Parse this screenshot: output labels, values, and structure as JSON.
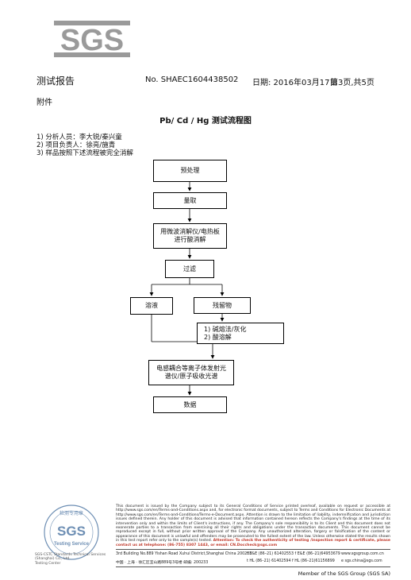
{
  "header": {
    "logo_text": "SGS",
    "title": "测试报告",
    "report_no": "No. SHAEC1604438502",
    "date": "日期: 2016年03月17日",
    "page": "第3页,共5页"
  },
  "attachment": "附件",
  "flow_title": "Pb/ Cd / Hg 测试流程图",
  "notes": [
    "1) 分析人员：李大锐/秦兴童",
    "2) 项目负责人：徐亮/施青",
    "3) 样品按照下述流程被完全消解"
  ],
  "flow": {
    "step1": "预处理",
    "step2": "量取",
    "step3_line1": "用微波消解仪/电热板",
    "step3_line2": "进行酸消解",
    "step4": "过滤",
    "step5a": "溶液",
    "step5b": "残留物",
    "step6_line1": "1) 碱熔法/灰化",
    "step6_line2": "2) 酸溶解",
    "step7_line1": "电感耦合等离子体发射光",
    "step7_line2": "谱仪/原子吸收光谱",
    "step8": "数据"
  },
  "footer": {
    "disclaimer_1": "This document is issued by the Company subject to its General Conditions of Service printed overleaf, available on request or accessible at http://www.sgs.com/en/Terms-and-Conditions.aspx and, for electronic format documents, subject to Terms and Conditions for Electronic Documents at http://www.sgs.com/en/Terms-and-Conditions/Terms-e-Document.aspx. Attention is drawn to the limitation of liability, indemnification and jurisdiction issues defined therein. Any holder of this document is advised that information contained hereon reflects the Company's findings at the time of its intervention only and within the limits of Client's instructions, if any. The Company's sole responsibility is to its Client and this document does not exonerate parties to a transaction from exercising all their rights and obligations under the transaction documents. This document cannot be reproduced except in full, without prior written approval of the Company. Any unauthorized alteration, forgery or falsification of the content or appearance of this document is unlawful and offenders may be prosecuted to the fullest extent of the law. Unless otherwise stated the results shown in this test report refer only to the sample(s) tested.",
    "disclaimer_2": "Attention: To check the authenticity of testing /inspection report & certificate, please contact us at telephone: (86-755) 8307 1443, or email: CN.Doccheck@sgs.com",
    "addr_en": "3rd Building No.889 Yishan Road Xuhui District,Shanghai China     200233",
    "addr_cn": "中国 · 上海 · 徐汇区宜山路889号3号楼     邮编: 200233",
    "tel_en": "t E&E (86–21) 61402553   f E&E (86–21)64953679",
    "tel_cn": "t HL (86–21) 61402594   f HL (86–21)61156899",
    "web": "www.sgsgroup.com.cn",
    "email": "e  sgs.china@sgs.com",
    "member": "Member of the SGS Group (SGS SA)",
    "seal_top": "SGS",
    "seal_bottom": "Testing Service",
    "seal_cn": "检测专用章",
    "seal_caption_1": "SGS-CSTC Standards Technical Services (Shanghai) Co., Ltd.",
    "seal_caption_2": "Testing Center"
  },
  "colors": {
    "logo_gray": "#9a9a9a",
    "seal_blue": "#6e8fb4",
    "attention_red": "#c0392b"
  }
}
